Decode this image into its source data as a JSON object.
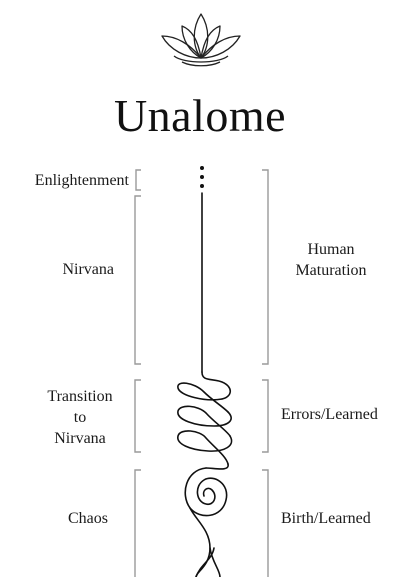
{
  "title": "Unalome",
  "icons": {
    "header": "lotus-icon",
    "symbol": "unalome-symbol"
  },
  "stages_left": [
    "Enlightenment",
    "Nirvana",
    "Transition\nto\nNirvana",
    "Chaos"
  ],
  "stages_right": [
    "Human\nMaturation",
    "Errors/Learned",
    "Birth/Learned"
  ],
  "colors": {
    "ink": "#111111",
    "bracket": "#9a9a9a"
  }
}
